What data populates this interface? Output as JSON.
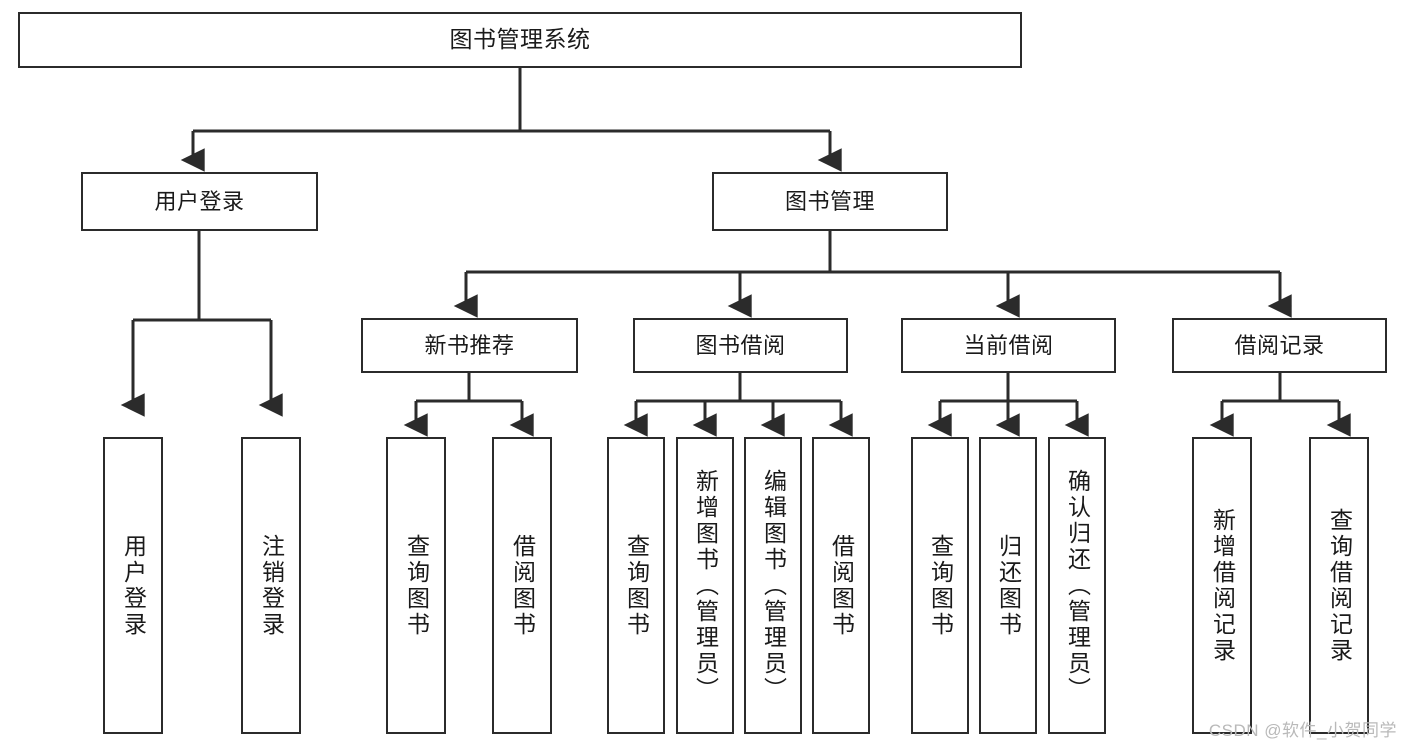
{
  "diagram": {
    "title": "图书管理系统",
    "type": "hierarchy-tree",
    "root": {
      "id": "root",
      "label": "图书管理系统"
    },
    "level2": [
      {
        "id": "user-login",
        "label": "用户登录"
      },
      {
        "id": "book-manage",
        "label": "图书管理"
      }
    ],
    "level3": [
      {
        "id": "new-book-rec",
        "label": "新书推荐"
      },
      {
        "id": "book-borrow",
        "label": "图书借阅"
      },
      {
        "id": "current-borrow",
        "label": "当前借阅"
      },
      {
        "id": "borrow-record",
        "label": "借阅记录"
      }
    ],
    "leaves": [
      {
        "id": "leaf-user-login",
        "label": "用户登录"
      },
      {
        "id": "leaf-logout",
        "label": "注销登录"
      },
      {
        "id": "leaf-query-book-1",
        "label": "查询图书"
      },
      {
        "id": "leaf-borrow-book-1",
        "label": "借阅图书"
      },
      {
        "id": "leaf-query-book-2",
        "label": "查询图书"
      },
      {
        "id": "leaf-add-book",
        "label": "新增图书（管理员）"
      },
      {
        "id": "leaf-edit-book",
        "label": "编辑图书（管理员）"
      },
      {
        "id": "leaf-borrow-book-2",
        "label": "借阅图书"
      },
      {
        "id": "leaf-query-book-3",
        "label": "查询图书"
      },
      {
        "id": "leaf-return-book",
        "label": "归还图书"
      },
      {
        "id": "leaf-confirm-return",
        "label": "确认归还（管理员）"
      },
      {
        "id": "leaf-add-record",
        "label": "新增借阅记录"
      },
      {
        "id": "leaf-query-record",
        "label": "查询借阅记录"
      }
    ],
    "colors": {
      "stroke": "#2b2b2b",
      "fill": "#ffffff",
      "text": "#1a1a1a",
      "watermark": "#b9b9b9"
    }
  },
  "watermark": {
    "text": "CSDN @软件_小贺同学"
  }
}
